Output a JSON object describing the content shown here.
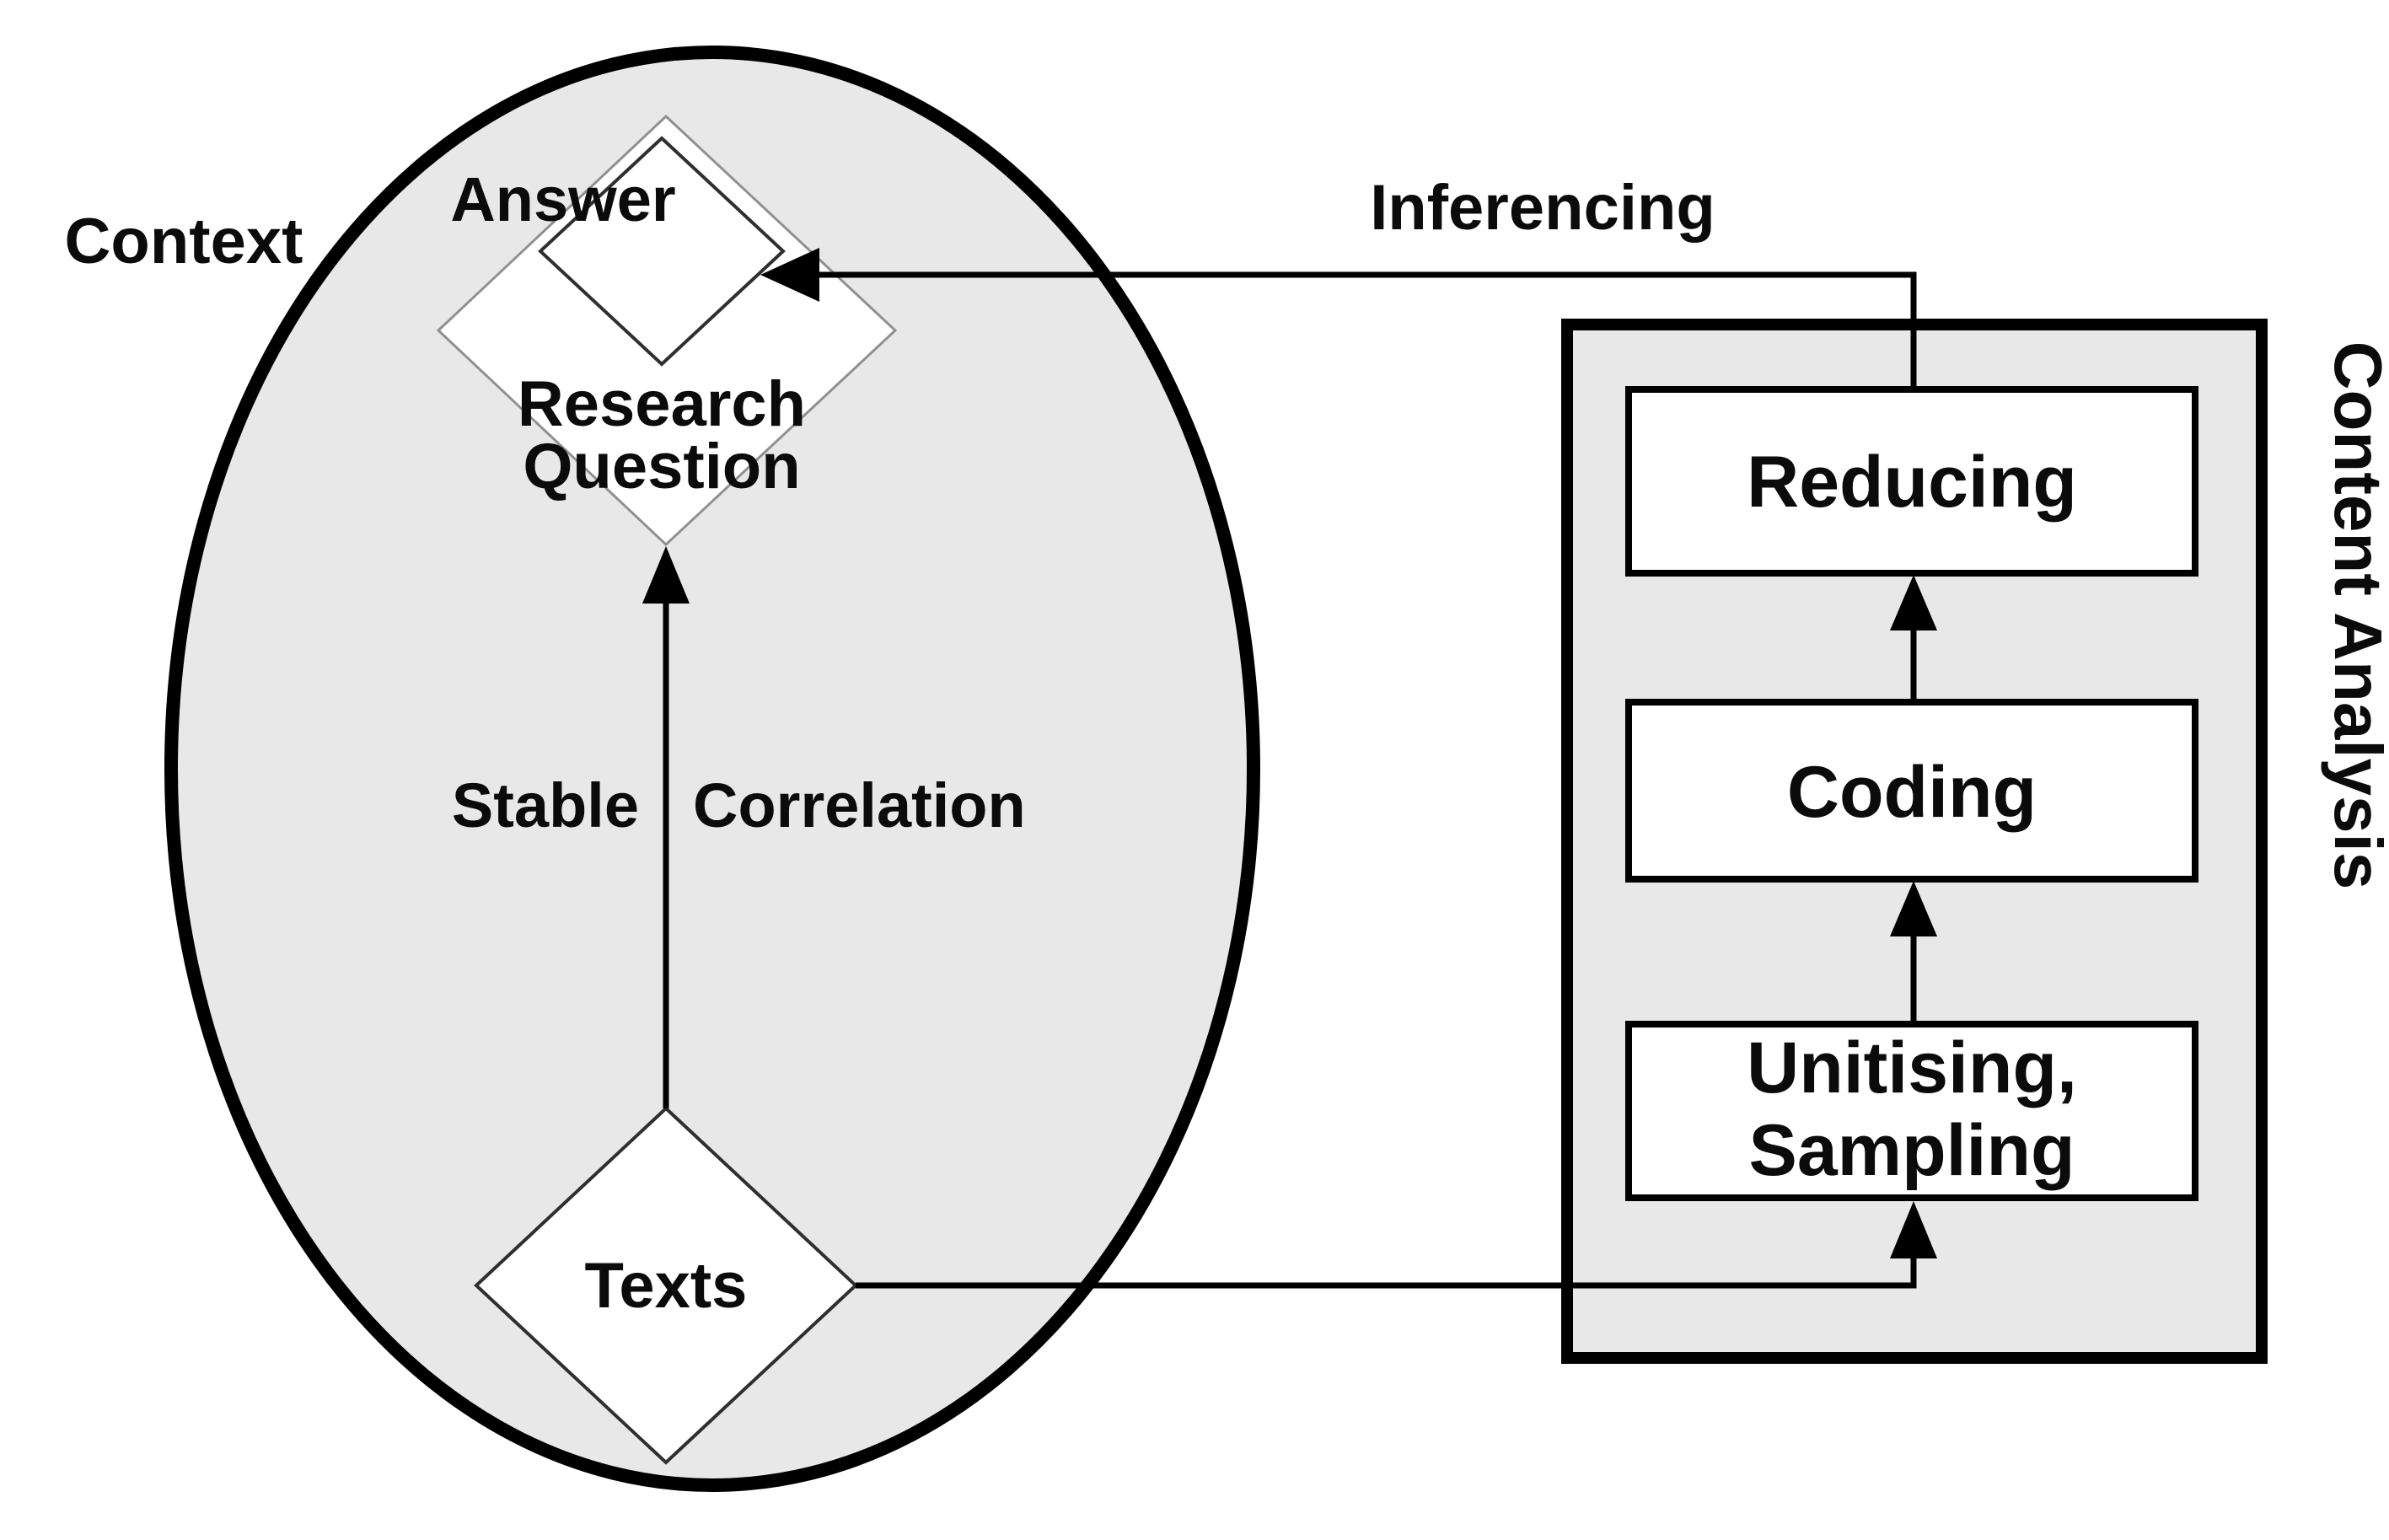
{
  "figure": {
    "title": "Content analysis framework diagram",
    "context_region": {
      "label": "Context"
    },
    "nodes": {
      "answer": {
        "label": "Answer"
      },
      "research_question": {
        "lines": [
          "Research",
          "Question"
        ]
      },
      "texts": {
        "label": "Texts"
      }
    },
    "arrows": {
      "stable_correlation": {
        "label_left": "Stable",
        "label_right": "Correlation"
      },
      "inferencing": {
        "label": "Inferencing"
      }
    },
    "content_analysis": {
      "label": "Content Analysis",
      "steps": [
        {
          "id": "unitising-sampling",
          "lines": [
            "Unitising,",
            "Sampling"
          ]
        },
        {
          "id": "coding",
          "lines": [
            "Coding"
          ]
        },
        {
          "id": "reducing",
          "lines": [
            "Reducing"
          ]
        }
      ]
    },
    "colors": {
      "region_fill": "#e8e8e8",
      "node_fill": "#ffffff",
      "stroke": "#000000",
      "text": "#0b0b0b"
    }
  }
}
